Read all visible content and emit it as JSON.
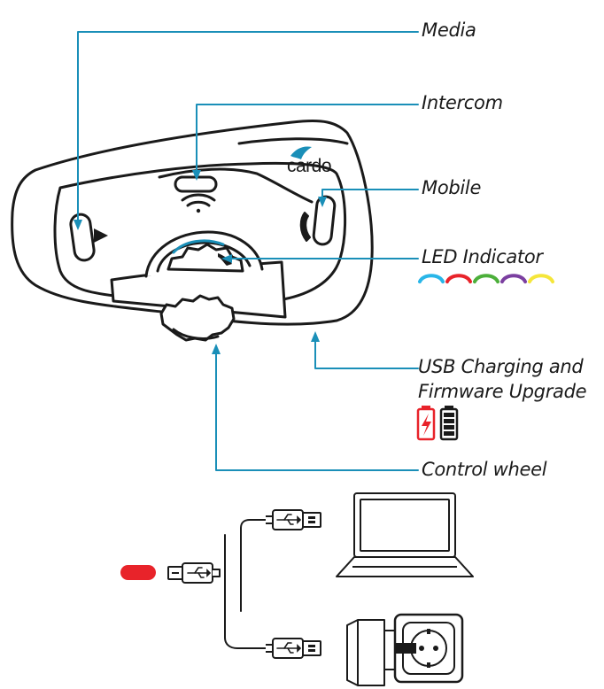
{
  "labels": {
    "media": "Media",
    "intercom": "Intercom",
    "mobile": "Mobile",
    "led_indicator": "LED Indicator",
    "usb_line1": "USB Charging and",
    "usb_line2": "Firmware Upgrade",
    "control_wheel": "Control wheel"
  },
  "brand": {
    "logo_text": "cardo"
  },
  "colors": {
    "leader_line": "#1a8fb8",
    "outline": "#1a1a1a",
    "led_colors": [
      "#29b6e8",
      "#e8232a",
      "#4caf3a",
      "#7b3fa0",
      "#f5e63a"
    ],
    "battery_empty": "#e8232a",
    "battery_full": "#1a1a1a",
    "charge_indicator": "#e8232a"
  },
  "icons": [
    "play-icon",
    "wifi-icon",
    "phone-icon",
    "battery-charging-icon",
    "battery-full-icon",
    "usb-icon",
    "laptop-icon",
    "wall-adapter-icon",
    "power-socket-icon"
  ]
}
